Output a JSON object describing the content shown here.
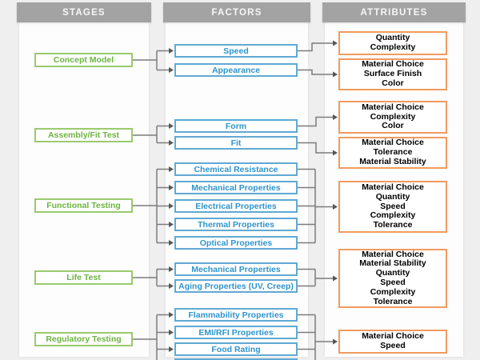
{
  "diagram": {
    "columns": [
      {
        "id": "stages",
        "title": "STAGES"
      },
      {
        "id": "factors",
        "title": "FACTORS"
      },
      {
        "id": "attributes",
        "title": "ATTRIBUTES"
      }
    ],
    "colors": {
      "page_bg": "#efefef",
      "column_bg": "#fdfdfd",
      "header_bg": "#a3a3a3",
      "header_text": "#f7f7f7",
      "stage_text": "#6cb33e",
      "stage_border": "#9aca6d",
      "factor_text": "#2d94cd",
      "factor_border": "#5fa9d4",
      "attribute_text": "#f3721",
      "attribute_border": "#f09a5e",
      "connector": "#7c7c7c",
      "arrowhead": "#565656"
    },
    "rows": [
      {
        "stage": "Concept Model",
        "convergent": false,
        "factors": [
          "Speed",
          "Appearance"
        ],
        "attributes": [
          {
            "lines": [
              "Quantity",
              "Complexity"
            ]
          },
          {
            "lines": [
              "Material Choice",
              "Surface Finish",
              "Color"
            ]
          }
        ]
      },
      {
        "stage": "Assembly/Fit Test",
        "convergent": false,
        "factors": [
          "Form",
          "Fit"
        ],
        "attributes": [
          {
            "lines": [
              "Material Choice",
              "Complexity",
              "Color"
            ]
          },
          {
            "lines": [
              "Material Choice",
              "Tolerance",
              "Material Stability"
            ]
          }
        ]
      },
      {
        "stage": "Functional Testing",
        "convergent": true,
        "factors": [
          "Chemical Resistance",
          "Mechanical Properties",
          "Electrical Properties",
          "Thermal Properties",
          "Optical Properties"
        ],
        "attributes": [
          {
            "lines": [
              "Material Choice",
              "Quantity",
              "Speed",
              "Complexity",
              "Tolerance"
            ]
          }
        ]
      },
      {
        "stage": "Life Test",
        "convergent": true,
        "factors": [
          "Mechanical Properties",
          "Aging Properties (UV, Creep)"
        ],
        "attributes": [
          {
            "lines": [
              "Material Choice",
              "Material Stability",
              "Quantity",
              "Speed",
              "Complexity",
              "Tolerance"
            ]
          }
        ]
      },
      {
        "stage": "Regulatory Testing",
        "convergent": true,
        "factors": [
          "Flammability Properties",
          "EMI/RFI Properties",
          "Food Rating",
          ""
        ],
        "attributes": [
          {
            "lines": [
              "Material Choice",
              "Speed"
            ]
          }
        ]
      }
    ]
  }
}
